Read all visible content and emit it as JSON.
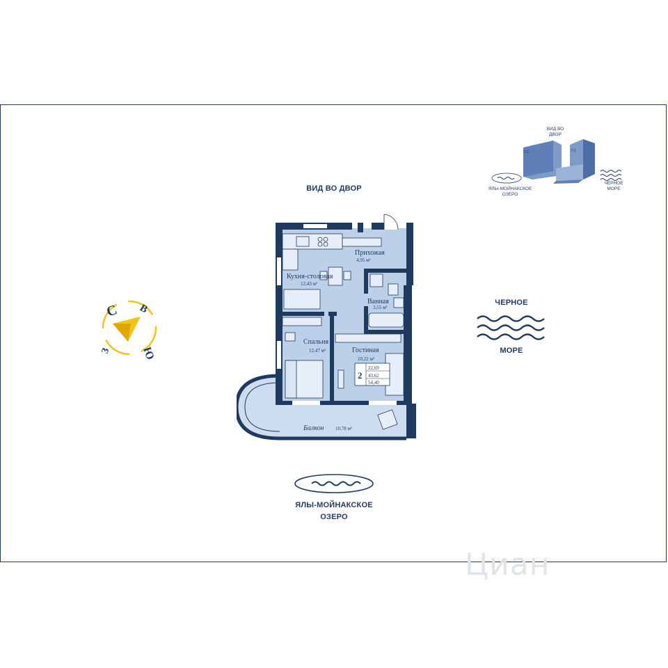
{
  "labels": {
    "courtyard_view": "ВИД ВО ДВОР",
    "black_sea_line1": "ЧЕРНОЕ",
    "black_sea_line2": "МОРЕ",
    "lake_line1": "ЯЛЫ-МОЙНАКСКОЕ",
    "lake_line2": "ОЗЕРО"
  },
  "minimap": {
    "courtyard_line1": "ВИД ВО",
    "courtyard_line2": "ДВОР",
    "block_c2": "С2",
    "block_c1": "С1",
    "lake_line1": "ЯЛЫ-МОЙНАКСКОЕ",
    "lake_line2": "ОЗЕРО",
    "sea_line1": "ЧЕРНОЕ",
    "sea_line2": "МОРЕ"
  },
  "compass": {
    "north": "С",
    "east": "В",
    "south": "Ю",
    "west": "З"
  },
  "rooms": {
    "hallway": {
      "name": "Прихожая",
      "area": "4,95 м²"
    },
    "kitchen": {
      "name": "Кухня-столовая",
      "area": "12,43 м²"
    },
    "bathroom": {
      "name": "Ванная",
      "area": "3,55 м²"
    },
    "bedroom": {
      "name": "Спальня",
      "area": "12,47 м²"
    },
    "living": {
      "name": "Гостиная",
      "area": "10,22 м²"
    },
    "balcony": {
      "name": "Балкон",
      "area": "10,78 м²"
    }
  },
  "apartment": {
    "rooms_count": "2",
    "area_living": "22,69",
    "area_total": "43,62",
    "area_with_balcony": "54,40"
  },
  "watermark": "Циан",
  "colors": {
    "wall": "#1f3a5f",
    "floor": "#bcd0ea",
    "accent": "#f2c318"
  }
}
